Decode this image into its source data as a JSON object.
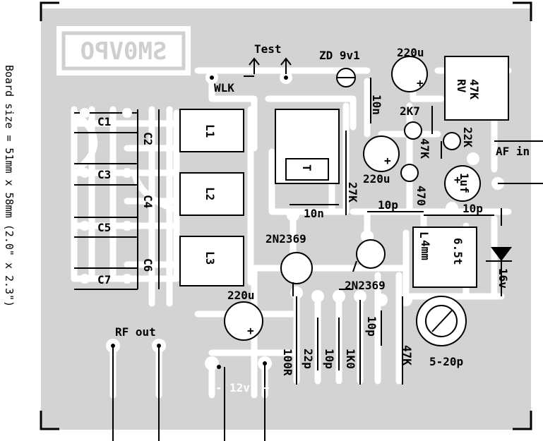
{
  "board": {
    "logo_text": "SM0VPO",
    "side_note": "Board size = 51mm x 58mm (2.0\" x 2.3\")"
  },
  "labels": {
    "c1": "C1",
    "c2": "C2",
    "c3": "C3",
    "c4": "C4",
    "c5": "C5",
    "c6": "C6",
    "c7": "C7",
    "l1": "L1",
    "l2": "L2",
    "l3": "L3",
    "test": "Test",
    "walk": "WLK",
    "zd": "ZD 9v1",
    "cap_220u_top": "220u",
    "rv": "RV",
    "rv_val": "47K",
    "c10n_v": "10n",
    "r2k7": "2K7",
    "r47k_a": "47K",
    "r22k": "22K",
    "af_in": "AF in",
    "cap_220u_mid": "220u",
    "r470": "470",
    "c1uf": "1uf",
    "r27k": "27K",
    "c10n_h": "10n",
    "c10p_a": "10p",
    "c10p_b": "10p",
    "q1": "2N2369",
    "q2": "2N2369",
    "coil": "L",
    "coil_turns": "6.5t",
    "coil_dia": "4mm",
    "zener_v": "16v",
    "cap_220u_low": "220u",
    "rf_out": "RF out",
    "r100r": "100R",
    "c22p": "22p",
    "c10p_c": "10p",
    "r1k0": "1K0",
    "c10p_d": "10p",
    "r47k_b": "47K",
    "trimmer": "5-20p",
    "supply": "12v"
  },
  "colors": {
    "copper": "#d3d3d3",
    "track": "#ffffff",
    "ink": "#000000"
  }
}
